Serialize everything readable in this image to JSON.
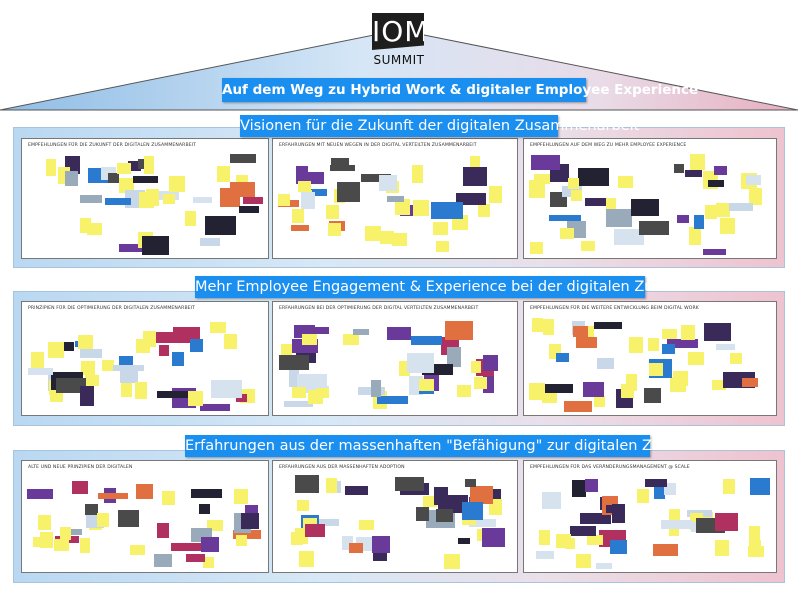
{
  "logo": {
    "main": "IOM",
    "sub": "SUMMIT"
  },
  "main_title": "Auf dem Weg zu Hybrid Work & digitaler Employee Experience",
  "sections": [
    {
      "title": "Visionen für die Zukunft der digitalen Zusammenarbeit",
      "panels": [
        "EMPFEHLUNGEN FÜR DIE ZUKUNFT DER DIGITALEN ZUSAMMENARBEIT",
        "ERFAHRUNGEN MIT NEUEN WEGEN IN DER DIGITAL VERTEILTEN ZUSAMMENARBEIT",
        "EMPFEHLUNGEN AUF DEM WEG ZU MEHR EMPLOYEE EXPERIENCE"
      ]
    },
    {
      "title": "Mehr Employee Engagement & Experience bei der digitalen Zusammenarbeit",
      "panels": [
        "PRINZIPIEN FÜR DIE OPTIMIERUNG DER DIGITALEN ZUSAMMENARBEIT",
        "ERFAHRUNGEN BEI DER OPTIMIERUNG DER DIGITAL VERTEILTEN ZUSAMMENARBEIT",
        "EMPFEHLUNGEN FÜR DIE WEITERE ENTWICKLUNG BEIM DIGITAL WORK"
      ]
    },
    {
      "title": "Erfahrungen aus der massenhaften \"Befähigung\" zur digitalen Zusammenarbeit",
      "panels": [
        "ALTE UND NEUE PRINZIPIEN DER DIGITALEN",
        "ERFAHRUNGEN AUS DER MASSENHAFTEN ADOPTION",
        "EMPFEHLUNGEN FÜR DAS VERÄNDERUNGSMANAGEMENT @ SCALE"
      ]
    }
  ],
  "colors": {
    "banner": "#1a8ff0",
    "sticky": "#f7f26a"
  }
}
